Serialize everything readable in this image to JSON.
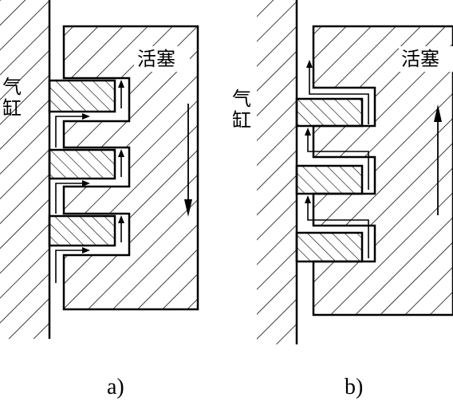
{
  "diagram": {
    "panel_a": {
      "cylinder_label": [
        "气",
        "缸"
      ],
      "piston_label": "活塞",
      "caption": "a)",
      "motion": "down"
    },
    "panel_b": {
      "cylinder_label": [
        "气",
        "缸"
      ],
      "piston_label": "活塞",
      "caption": "b)",
      "motion": "up"
    },
    "colors": {
      "line": "#000000",
      "background": "#ffffff"
    }
  }
}
